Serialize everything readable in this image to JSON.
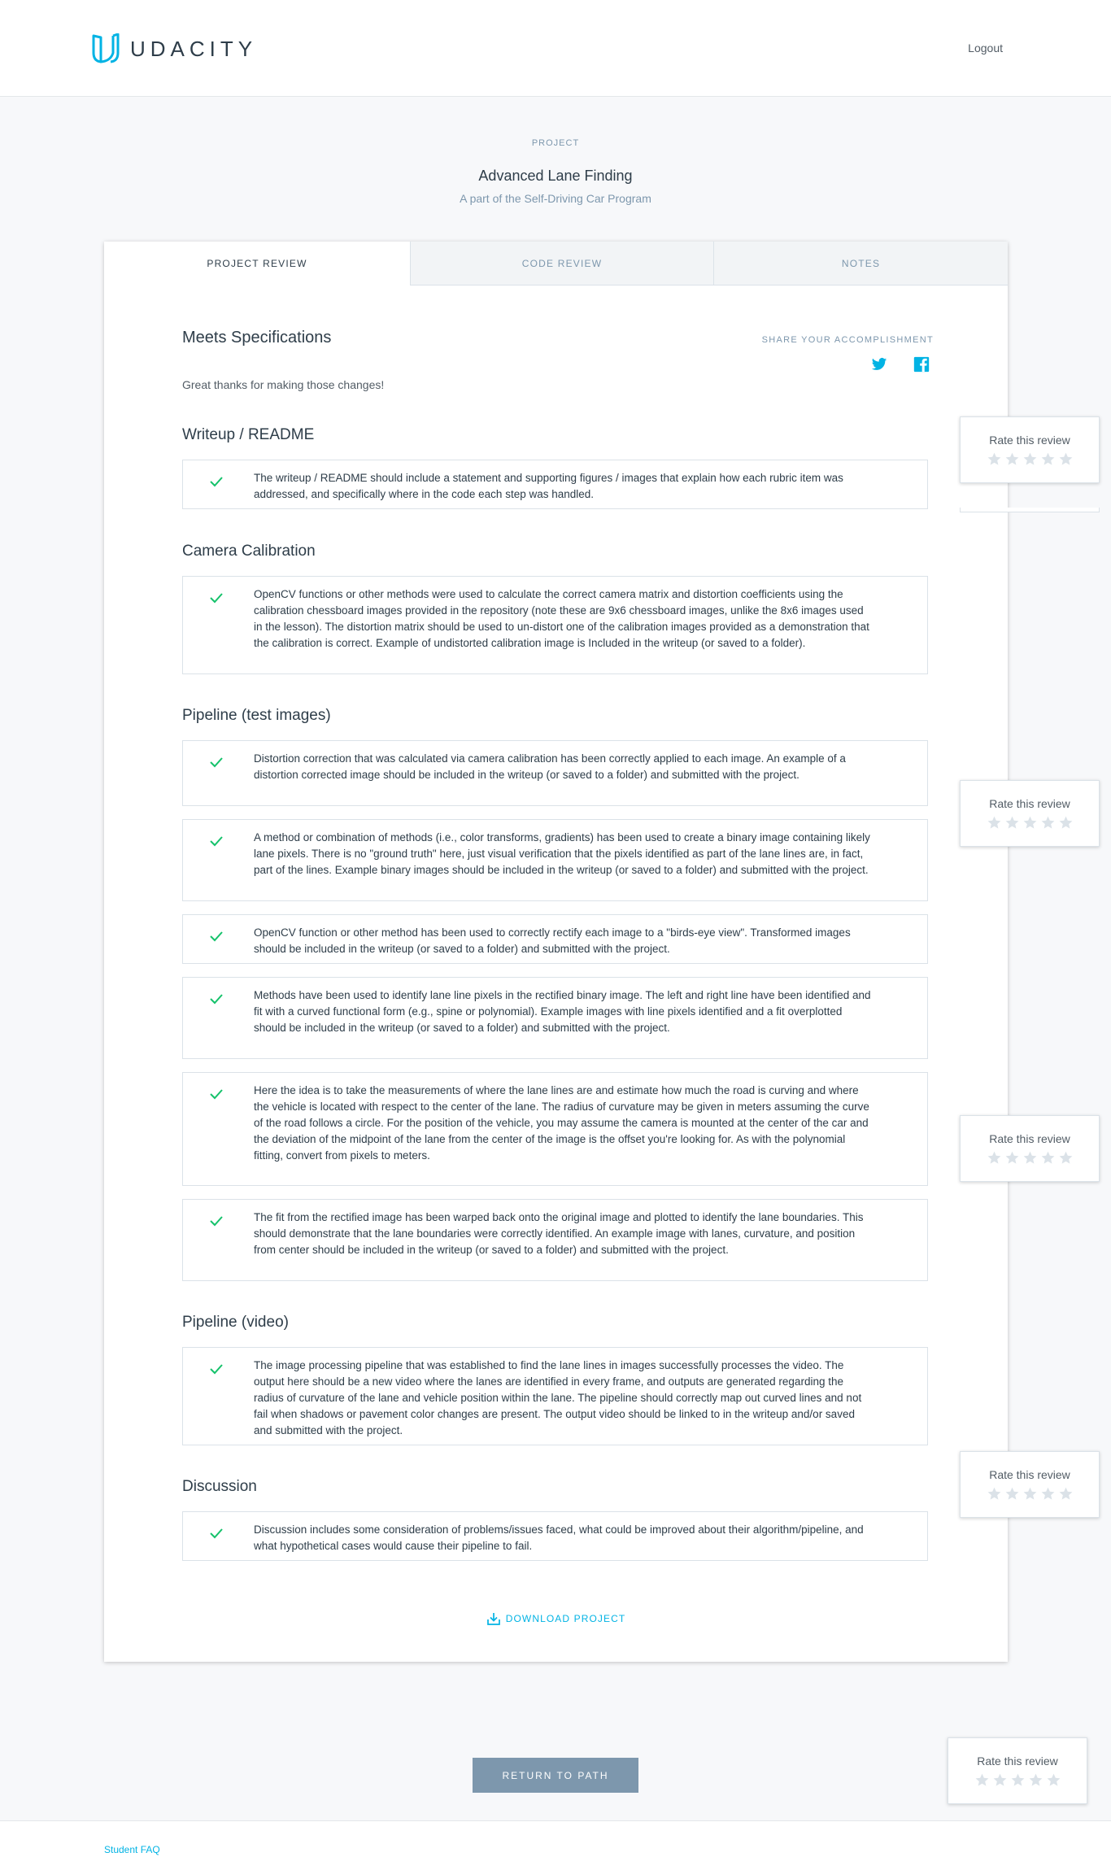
{
  "header": {
    "logo_text": "UDACITY",
    "logout_label": "Logout"
  },
  "project": {
    "kicker": "PROJECT",
    "title": "Advanced Lane Finding",
    "subtitle": "A part of the Self-Driving Car Program"
  },
  "tabs": [
    {
      "label": "PROJECT REVIEW",
      "active": true
    },
    {
      "label": "CODE REVIEW",
      "active": false
    },
    {
      "label": "NOTES",
      "active": false
    }
  ],
  "review": {
    "status": "Meets Specifications",
    "share_label": "SHARE YOUR ACCOMPLISHMENT",
    "share_icons": [
      "twitter-icon",
      "facebook-icon"
    ],
    "comment": "Great thanks for making those changes!",
    "sections": [
      {
        "title": "Writeup / README",
        "criteria": [
          "The writeup / README should include a statement and supporting figures / images that explain how each rubric item was addressed, and specifically where in the code each step was handled."
        ]
      },
      {
        "title": "Camera Calibration",
        "criteria": [
          "OpenCV functions or other methods were used to calculate the correct camera matrix and distortion coefficients using the calibration chessboard images provided in the repository (note these are 9x6 chessboard images, unlike the 8x6 images used in the lesson). The distortion matrix should be used to un-distort one of the calibration images provided as a demonstration that the calibration is correct. Example of undistorted calibration image is Included in the writeup (or saved to a folder)."
        ]
      },
      {
        "title": "Pipeline (test images)",
        "criteria": [
          "Distortion correction that was calculated via camera calibration has been correctly applied to each image. An example of a distortion corrected image should be included in the writeup (or saved to a folder) and submitted with the project.",
          "A method or combination of methods (i.e., color transforms, gradients) has been used to create a binary image containing likely lane pixels. There is no \"ground truth\" here, just visual verification that the pixels identified as part of the lane lines are, in fact, part of the lines. Example binary images should be included in the writeup (or saved to a folder) and submitted with the project.",
          "OpenCV function or other method has been used to correctly rectify each image to a \"birds-eye view\". Transformed images should be included in the writeup (or saved to a folder) and submitted with the project.",
          "Methods have been used to identify lane line pixels in the rectified binary image. The left and right line have been identified and fit with a curved functional form (e.g., spine or polynomial). Example images with line pixels identified and a fit overplotted should be included in the writeup (or saved to a folder) and submitted with the project.",
          "Here the idea is to take the measurements of where the lane lines are and estimate how much the road is curving and where the vehicle is located with respect to the center of the lane. The radius of curvature may be given in meters assuming the curve of the road follows a circle. For the position of the vehicle, you may assume the camera is mounted at the center of the car and the deviation of the midpoint of the lane from the center of the image is the offset you're looking for. As with the polynomial fitting, convert from pixels to meters.",
          "The fit from the rectified image has been warped back onto the original image and plotted to identify the lane boundaries. This should demonstrate that the lane boundaries were correctly identified. An example image with lanes, curvature, and position from center should be included in the writeup (or saved to a folder) and submitted with the project."
        ]
      },
      {
        "title": "Pipeline (video)",
        "criteria": [
          "The image processing pipeline that was established to find the lane lines in images successfully processes the video. The output here should be a new video where the lanes are identified in every frame, and outputs are generated regarding the radius of curvature of the lane and vehicle position within the lane. The pipeline should correctly map out curved lines and not fail when shadows or pavement color changes are present. The output video should be linked to in the writeup and/or saved and submitted with the project."
        ]
      },
      {
        "title": "Discussion",
        "criteria": [
          "Discussion includes some consideration of problems/issues faced, what could be improved about their algorithm/pipeline, and what hypothetical cases would cause their pipeline to fail."
        ]
      }
    ],
    "download_label": "DOWNLOAD PROJECT"
  },
  "rate_widgets": [
    {
      "label": "Rate this review",
      "stars": 5
    },
    {
      "label": "Rate this review",
      "stars": 5
    },
    {
      "label": "Rate this review",
      "stars": 5
    },
    {
      "label": "Rate this review",
      "stars": 5
    },
    {
      "label": "Rate this review",
      "stars": 5
    }
  ],
  "return_label": "RETURN TO PATH",
  "footer": {
    "faq_label": "Student FAQ"
  },
  "colors": {
    "accent": "#02b3e4",
    "check": "#15c26b",
    "muted": "#7d97ad",
    "text": "#2e3d49",
    "star": "#dbe2e8"
  }
}
